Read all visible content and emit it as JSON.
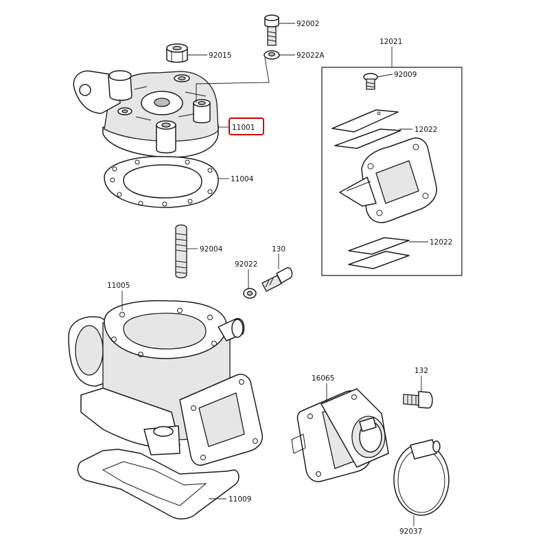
{
  "highlight_color": "#cc0000",
  "labels": {
    "p92002": "92002",
    "p92015": "92015",
    "p92022A": "92022A",
    "p11001": "11001",
    "p11004": "11004",
    "p12021": "12021",
    "p92009": "92009",
    "p12022a": "12022",
    "p12022b": "12022",
    "p92004": "92004",
    "p130": "130",
    "p92022": "92022",
    "p11005": "11005",
    "p16065": "16065",
    "p132": "132",
    "p11009": "11009",
    "p92037": "92037"
  }
}
